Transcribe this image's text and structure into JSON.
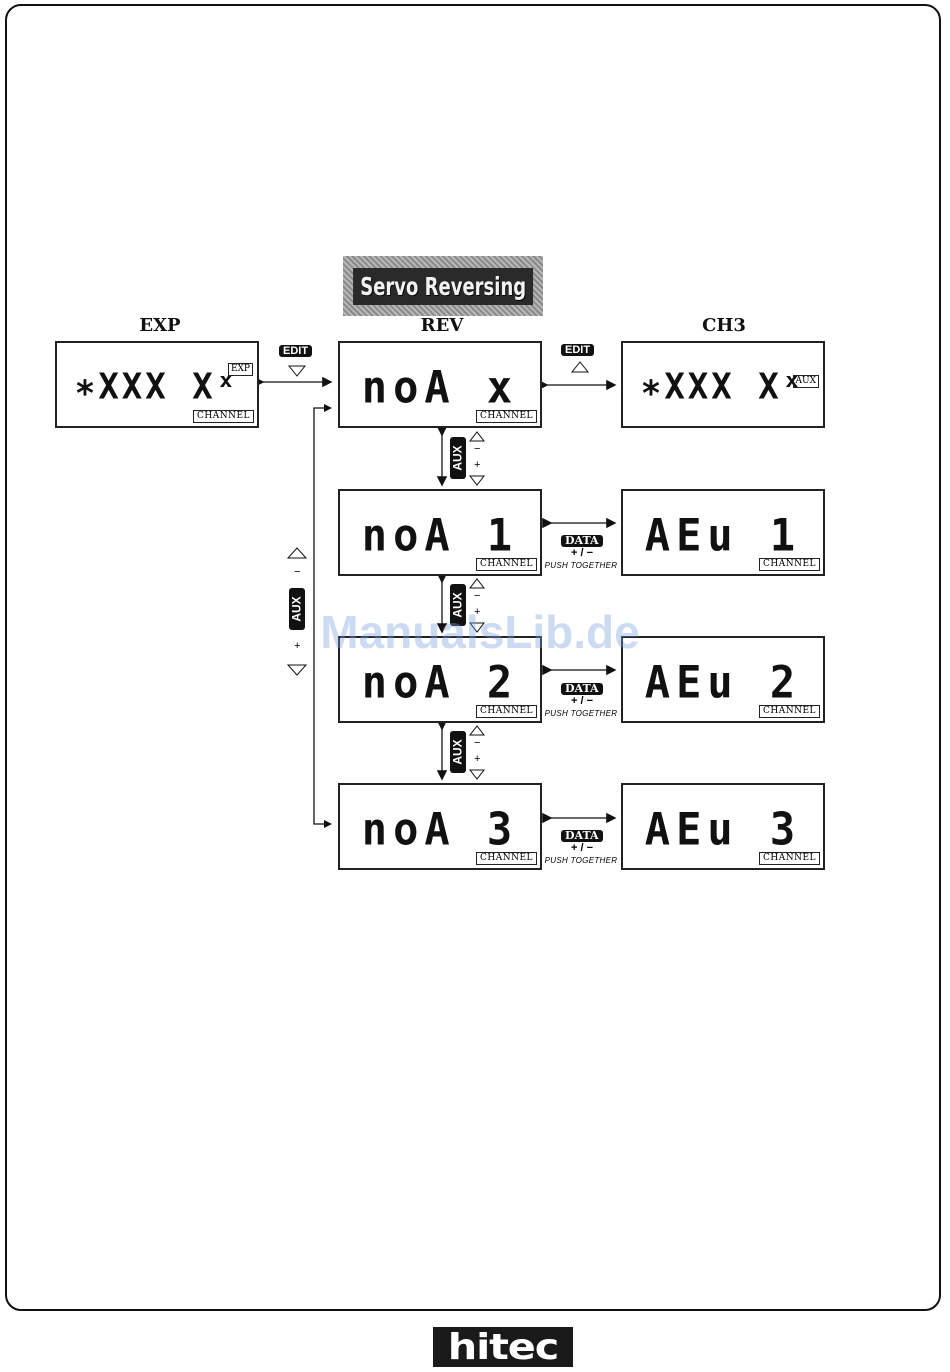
{
  "banner_title": "Servo Reversing",
  "columns": {
    "exp": "EXP",
    "rev": "REV",
    "ch3": "CH3"
  },
  "screens": {
    "exp": {
      "text": "∗XXX Xˣ",
      "mode": "EXP",
      "tag": "CHANNEL"
    },
    "rev0": {
      "text": "noA x",
      "tag": "CHANNEL"
    },
    "ch3": {
      "text": "∗XXX Xˣ",
      "mode": "AUX"
    },
    "rev1": {
      "text": "noA 1",
      "tag": "CHANNEL"
    },
    "aev1": {
      "text": "AEu 1",
      "tag": "CHANNEL"
    },
    "rev2": {
      "text": "noA 2",
      "tag": "CHANNEL"
    },
    "aev2": {
      "text": "AEu 2",
      "tag": "CHANNEL"
    },
    "rev3": {
      "text": "noA 3",
      "tag": "CHANNEL"
    },
    "aev3": {
      "text": "AEu 3",
      "tag": "CHANNEL"
    }
  },
  "buttons": {
    "edit": "EDIT",
    "aux": "AUX",
    "data": "DATA"
  },
  "data_hint": {
    "plusminus": "+ / −",
    "push": "PUSH TOGETHER"
  },
  "aux_signs": {
    "minus": "−",
    "plus": "+"
  },
  "watermark": "ManualsLib.de",
  "logo": "hitec"
}
